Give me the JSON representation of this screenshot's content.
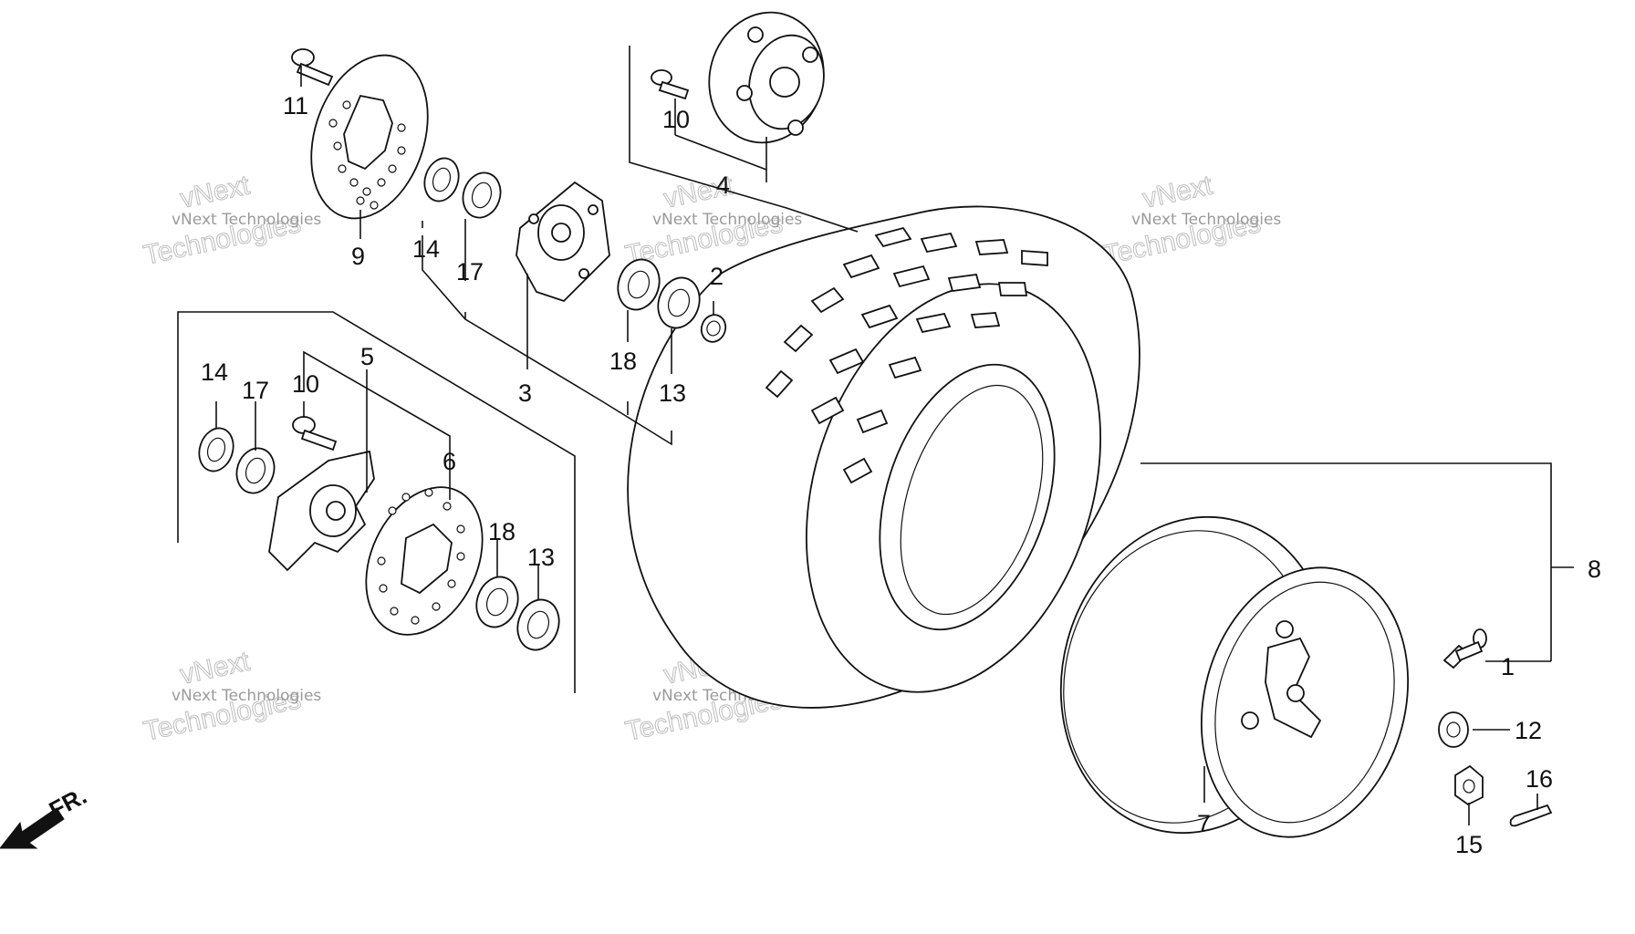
{
  "watermark": {
    "line1": "vNext Technologies",
    "line2": "Technologies",
    "line3": "vNext"
  },
  "direction_label": "FR.",
  "callouts": {
    "c1": "1",
    "c2": "2",
    "c3": "3",
    "c4": "4",
    "c5": "5",
    "c6": "6",
    "c7": "7",
    "c8": "8",
    "c9": "9",
    "c10a": "10",
    "c10b": "10",
    "c11": "11",
    "c12": "12",
    "c13a": "13",
    "c13b": "13",
    "c14a": "14",
    "c14b": "14",
    "c15": "15",
    "c16": "16",
    "c17a": "17",
    "c17b": "17",
    "c18a": "18",
    "c18b": "18"
  }
}
